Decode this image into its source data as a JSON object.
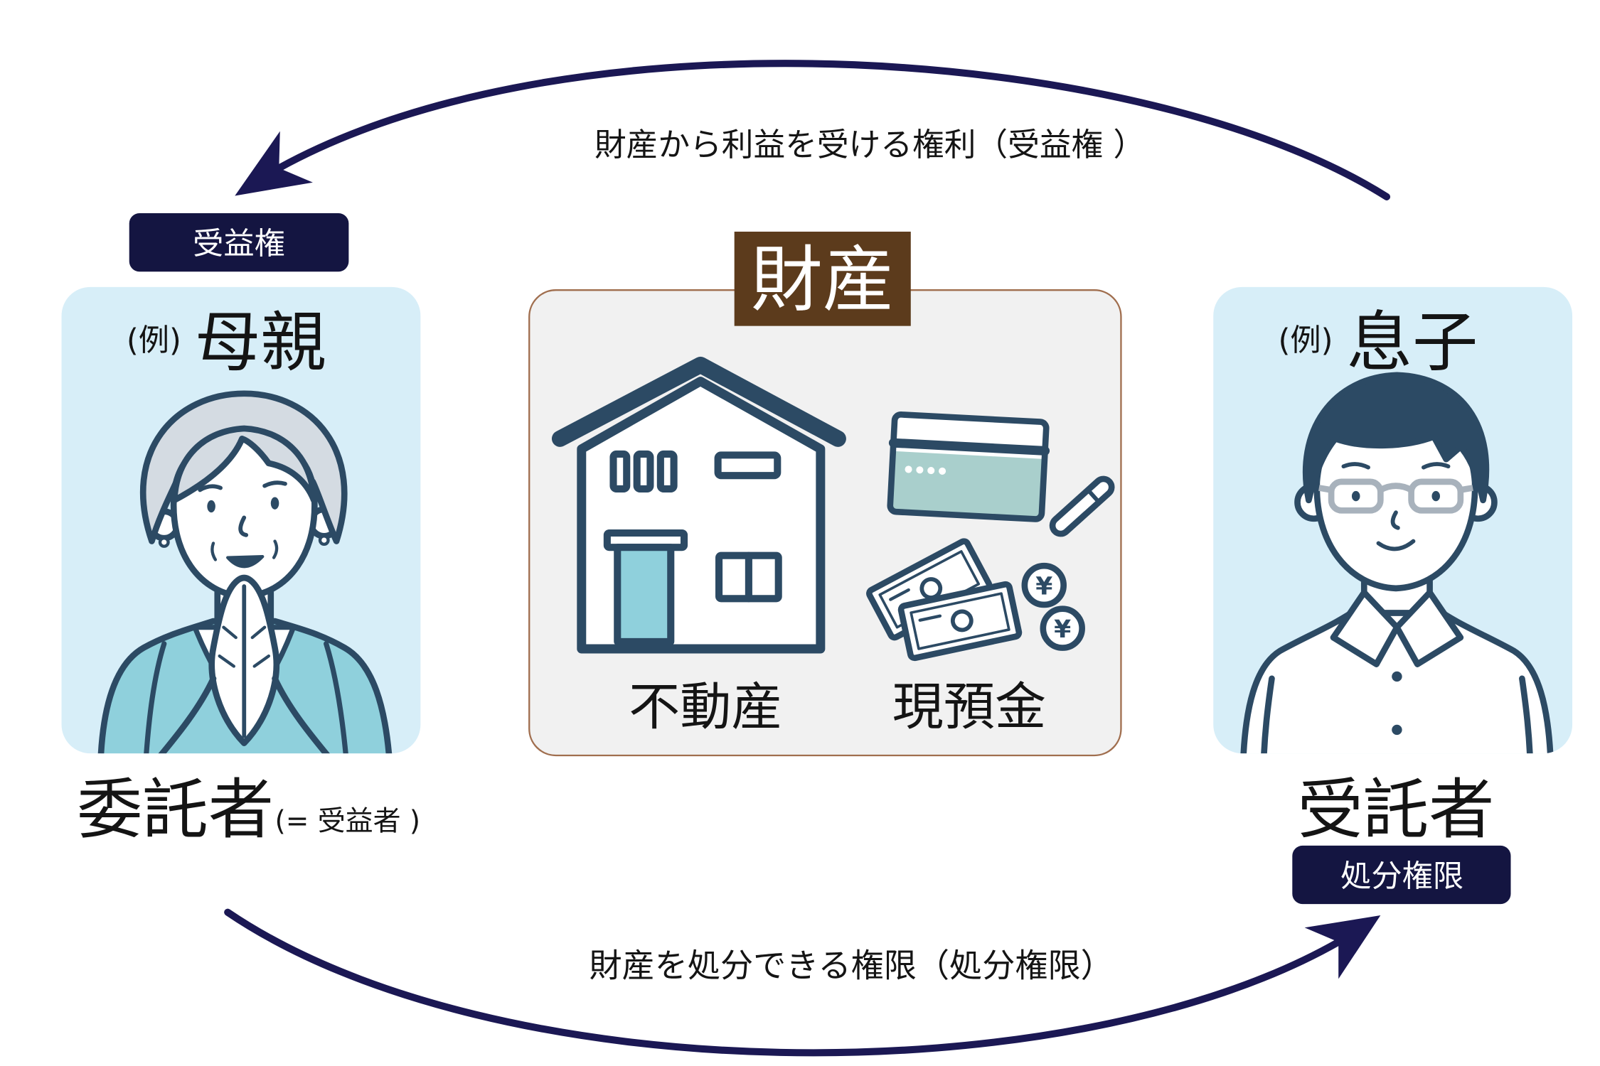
{
  "diagram": {
    "top_arrow": {
      "label": "財産から利益を受ける権利（受益権 ）"
    },
    "bottom_arrow": {
      "label": "財産を処分できる権限（処分権限）"
    },
    "assets": {
      "title": "財産",
      "items": [
        {
          "label": "不動産",
          "icon": "house-icon"
        },
        {
          "label": "現預金",
          "icon": "cash-and-cards-icon"
        }
      ],
      "coin_symbol": "¥"
    },
    "left_party": {
      "badge": "受益権",
      "example_prefix": "(例)",
      "person": "母親",
      "role": "委託者",
      "role_note": "(= 受益者 )",
      "icon": "elderly-woman-icon"
    },
    "right_party": {
      "badge": "処分権限",
      "example_prefix": "(例)",
      "person": "息子",
      "role": "受託者",
      "icon": "young-man-glasses-icon"
    }
  },
  "colors": {
    "arrow": "#1b1854",
    "badge": "#141541",
    "panel": "#d7eef8",
    "asset_box": "#f1f1f1",
    "asset_border": "#a06e4e",
    "asset_title": "#5c3b1c",
    "line_art": "#2c4a64",
    "teal": "#8fd0dc",
    "hair_grey": "#d4dbe2",
    "hair_dark": "#2c4a64",
    "glasses": "#a8b2bc",
    "card": "#a9cfcc"
  }
}
